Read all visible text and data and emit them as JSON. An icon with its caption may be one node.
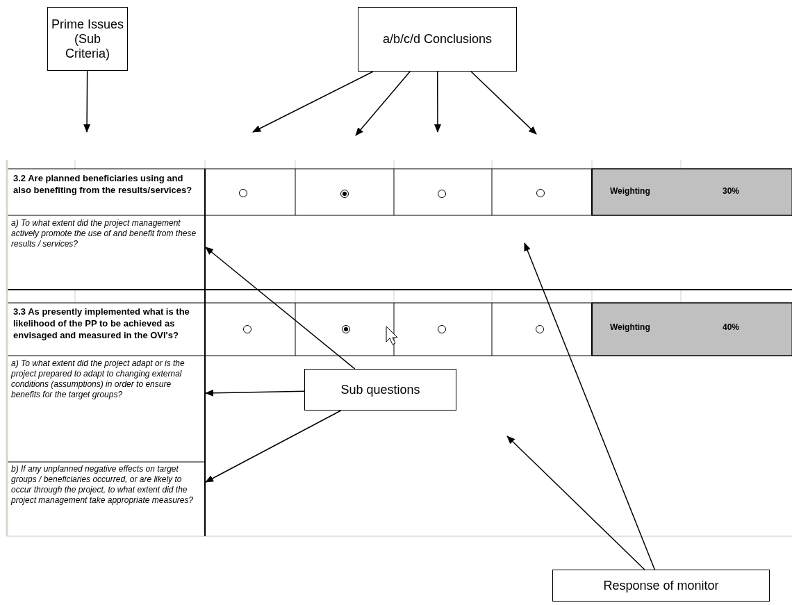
{
  "diagram": {
    "nodes": [
      {
        "text": [
          "Prime Issues (Sub Criteria)"
        ]
      },
      {
        "text": [
          "a/b/c/d Conclusions"
        ]
      },
      {
        "text": [
          "Sub questions"
        ]
      },
      {
        "text": [
          "Response of monitor"
        ]
      },
      {
        "text": [
          "a) To what extent did the project management actively promote the use of and benefit from these results / services?"
        ]
      },
      {
        "text": [
          "a) To what extent did the project adapt or is the project prepared to adapt to changing external conditions (assumptions) in order to ensure benefits for the target groups?"
        ]
      },
      {
        "text": [
          "b) If any unplanned negative effects on target groups / beneficiaries occurred, or are likely to occur through the project, to what extent did the project management take appropriate measures?"
        ]
      }
    ],
    "edges": [
      {
        "from": 0,
        "to": null,
        "arrow": "to"
      },
      {
        "from": 1,
        "to": null,
        "arrow": "to"
      },
      {
        "from": 1,
        "to": null,
        "arrow": "to"
      },
      {
        "from": 1,
        "to": null,
        "arrow": "to"
      },
      {
        "from": 1,
        "to": null,
        "arrow": "to"
      },
      {
        "from": 2,
        "to": 4,
        "arrow": "to"
      },
      {
        "from": 2,
        "to": 5,
        "arrow": "to"
      },
      {
        "from": 2,
        "to": 6,
        "arrow": "to"
      },
      {
        "from": 3,
        "to": null,
        "arrow": "to"
      },
      {
        "from": 3,
        "to": null,
        "arrow": "to"
      }
    ],
    "labels": [
      "3.2 Are planned beneficiaries using and also benefiting from the results/services?",
      "Weighting",
      "30%",
      "3.3 As presently implemented what is the likelihood of the PP to be achieved as envisaged and measured in the OVI's?",
      "Weighting",
      "40%"
    ]
  }
}
